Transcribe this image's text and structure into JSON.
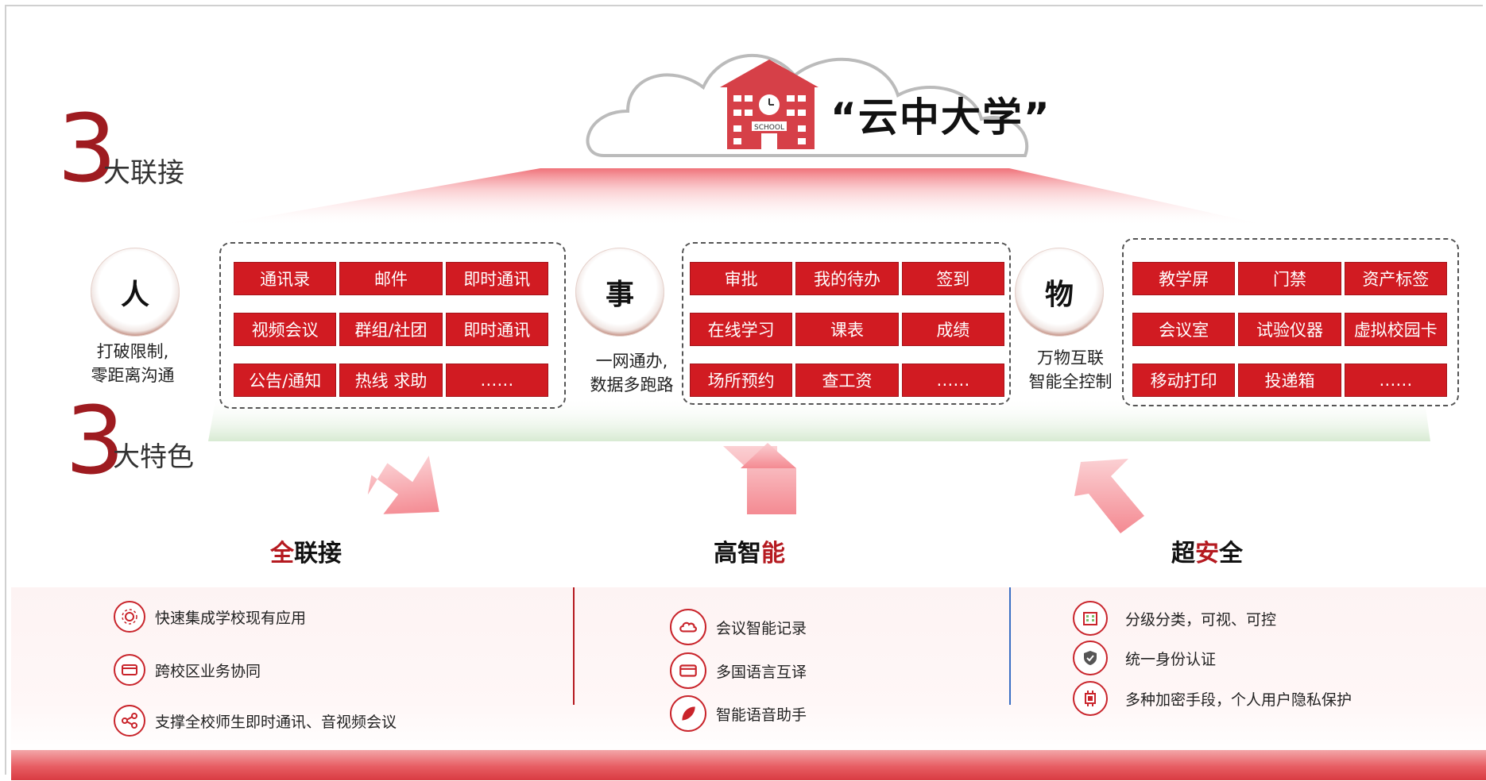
{
  "header": {
    "title": "“云中大学”",
    "school_sign": "SCHOOL"
  },
  "left_labels": {
    "connections_num": "3",
    "connections_text": "大联接",
    "features_num": "3",
    "features_text": "大特色"
  },
  "pillars": [
    {
      "badge": "人",
      "caption_line1": "打破限制,",
      "caption_line2": "零距离沟通",
      "items": [
        "通讯录",
        "邮件",
        "即时通讯",
        "视频会议",
        "群组/社团",
        "即时通讯",
        "公告/通知",
        "热线 求助",
        "……"
      ]
    },
    {
      "badge": "事",
      "caption_line1": "一网通办,",
      "caption_line2": "数据多跑路",
      "items": [
        "审批",
        "我的待办",
        "签到",
        "在线学习",
        "课表",
        "成绩",
        "场所预约",
        "查工资",
        "……"
      ]
    },
    {
      "badge": "物",
      "caption_line1": "万物互联",
      "caption_line2": "智能全控制",
      "items": [
        "教学屏",
        "门禁",
        "资产标签",
        "会议室",
        "试验仪器",
        "虚拟校园卡",
        "移动打印",
        "投递箱",
        "……"
      ]
    }
  ],
  "features": [
    {
      "title_red": "全",
      "title_rest": "联接",
      "bullets": [
        {
          "icon": "gear-network-icon",
          "text": "快速集成学校现有应用"
        },
        {
          "icon": "card-icon",
          "text": "跨校区业务协同"
        },
        {
          "icon": "share-nodes-icon",
          "text": "支撑全校师生即时通讯、音视频会议"
        }
      ]
    },
    {
      "title_pre": "高智",
      "title_red": "能",
      "bullets": [
        {
          "icon": "cloud-icon",
          "text": "会议智能记录"
        },
        {
          "icon": "card-icon",
          "text": "多国语言互译"
        },
        {
          "icon": "leaf-icon",
          "text": "智能语音助手"
        }
      ]
    },
    {
      "title_pre": "超",
      "title_red": "安",
      "title_rest": "全",
      "bullets": [
        {
          "icon": "building-icon",
          "text": "分级分类，可视、可控"
        },
        {
          "icon": "shield-icon",
          "text": "统一身份认证"
        },
        {
          "icon": "chip-icon",
          "text": "多种加密手段，个人用户隐私保护"
        }
      ]
    }
  ],
  "colors": {
    "primary_red": "#d11b22",
    "dark_red": "#9e1b20",
    "divider_blue": "#3a6fc4"
  }
}
